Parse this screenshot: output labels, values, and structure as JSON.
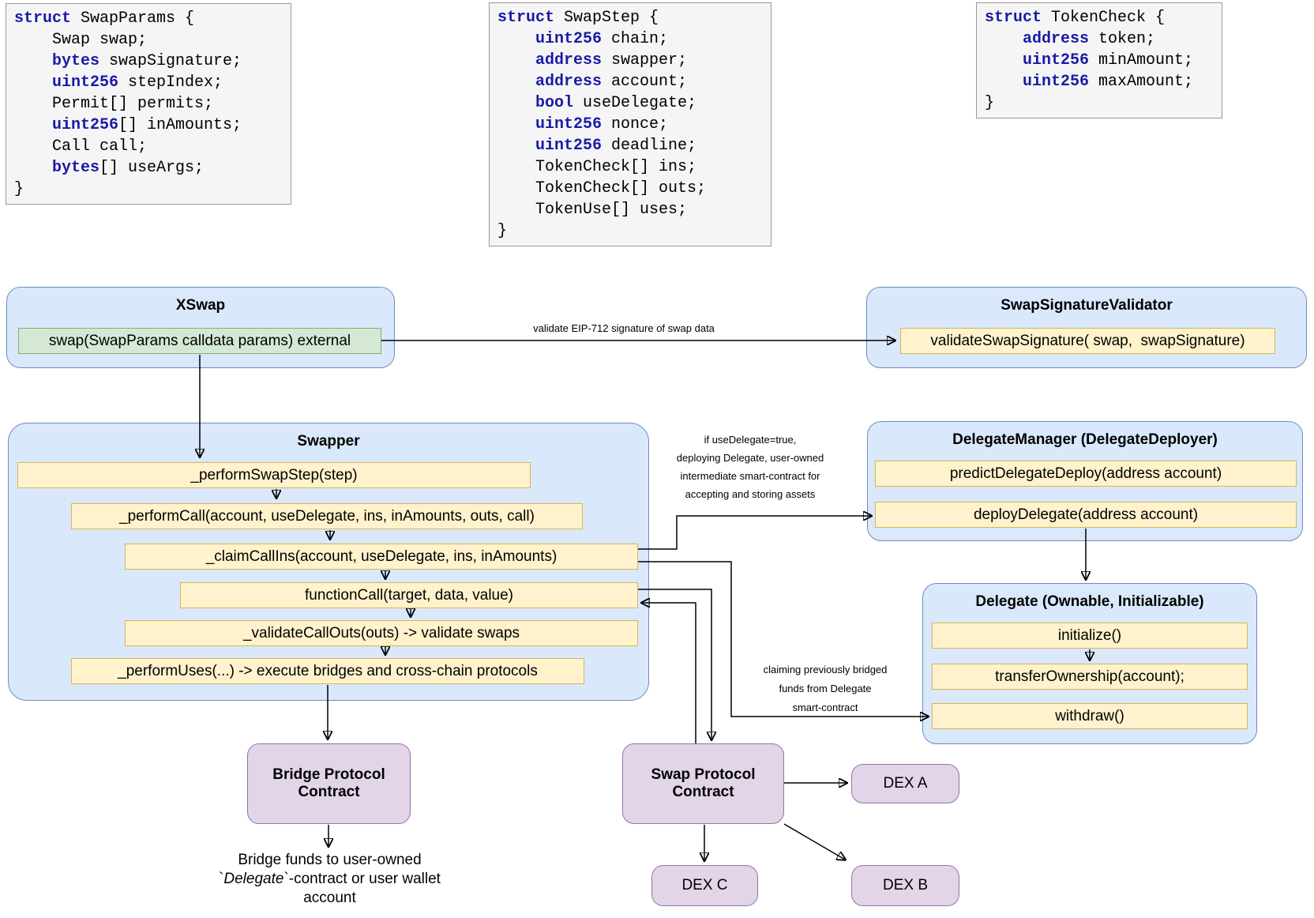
{
  "keywords": [
    "struct",
    "bytes",
    "uint256",
    "address",
    "bool"
  ],
  "colors": {
    "container_fill": "#dae8fc",
    "container_border": "#6c8ebf",
    "method_fill": "#fff2cc",
    "method_border": "#d6b656",
    "entry_fill": "#d5e8d4",
    "entry_border": "#82b366",
    "protocol_fill": "#e1d5e7",
    "protocol_border": "#9673a6",
    "code_fill": "#f5f5f5",
    "code_border": "#999999",
    "keyword_color": "#1a1aa6"
  },
  "code_blocks": [
    {
      "name": "SwapParams",
      "lines": [
        "struct SwapParams {",
        "    Swap swap;",
        "    bytes swapSignature;",
        "    uint256 stepIndex;",
        "    Permit[] permits;",
        "    uint256[] inAmounts;",
        "    Call call;",
        "    bytes[] useArgs;",
        "}"
      ]
    },
    {
      "name": "SwapStep",
      "lines": [
        "struct SwapStep {",
        "    uint256 chain;",
        "    address swapper;",
        "    address account;",
        "    bool useDelegate;",
        "    uint256 nonce;",
        "    uint256 deadline;",
        "    TokenCheck[] ins;",
        "    TokenCheck[] outs;",
        "    TokenUse[] uses;",
        "}"
      ]
    },
    {
      "name": "TokenCheck",
      "lines": [
        "struct TokenCheck {",
        "    address token;",
        "    uint256 minAmount;",
        "    uint256 maxAmount;",
        "}"
      ]
    }
  ],
  "containers": {
    "xswap": {
      "title": "XSwap",
      "method": "swap(SwapParams calldata params) external"
    },
    "validator": {
      "title": "SwapSignatureValidator",
      "method": "validateSwapSignature( swap,  swapSignature)"
    },
    "swapper": {
      "title": "Swapper",
      "methods": [
        "_performSwapStep(step)",
        "_performCall(account, useDelegate, ins, inAmounts, outs, call)",
        "_claimCallIns(account, useDelegate, ins, inAmounts)",
        "functionCall(target, data, value)",
        "_validateCallOuts(outs) -> validate swaps",
        "_performUses(...) -> execute bridges and cross-chain protocols"
      ]
    },
    "delegate_manager": {
      "title": "DelegateManager (DelegateDeployer)",
      "methods": [
        "predictDelegateDeploy(address account)",
        "deployDelegate(address account)"
      ]
    },
    "delegate": {
      "title": "Delegate (Ownable, Initializable)",
      "methods": [
        "initialize()",
        "transferOwnership(account);",
        "withdraw()"
      ]
    }
  },
  "nodes": {
    "bridge_protocol": "Bridge Protocol Contract",
    "swap_protocol": "Swap Protocol Contract",
    "dex_a": "DEX A",
    "dex_b": "DEX B",
    "dex_c": "DEX C"
  },
  "labels": {
    "validate_signature": "validate EIP-712 signature of swap data",
    "use_delegate": [
      "if useDelegate=true,",
      "deploying Delegate, user-owned",
      "intermediate smart-contract for",
      "accepting and storing assets"
    ],
    "claiming": [
      "claiming previously bridged",
      "funds from Delegate",
      "smart-contract"
    ],
    "bridge_note": {
      "line1": "Bridge funds to user-owned",
      "line2_pre": "`",
      "line2_italic": "Delegate",
      "line2_post": "`-contract or user wallet",
      "line3": "account"
    }
  }
}
